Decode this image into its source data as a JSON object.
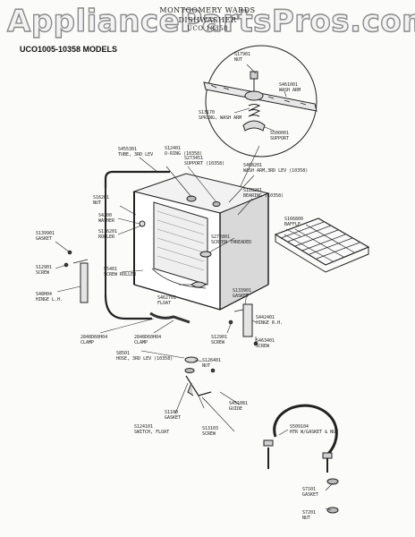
{
  "watermark": "AppliancePartsPros.com",
  "header": {
    "line1": "MONTGOMERY WARDS",
    "line2": "DISHWASHER",
    "line3": "UCO 10358"
  },
  "models_title": "UCO1005-10358 MODELS",
  "parts": [
    {
      "id": "s17901",
      "number": "S17901",
      "name": "NUT"
    },
    {
      "id": "s461001",
      "number": "S461001",
      "name": "WASH ARM"
    },
    {
      "id": "s13170",
      "number": "S13170",
      "name": "SPRING, WASH ARM"
    },
    {
      "id": "s500001",
      "number": "S500001",
      "name": "SUPPORT"
    },
    {
      "id": "s455301",
      "number": "S455301",
      "name": "TUBE, 3RD LEV"
    },
    {
      "id": "s12401",
      "number": "S12401",
      "name": "O-RING (10358)"
    },
    {
      "id": "s273451",
      "number": "S273451",
      "name": "SUPPORT (10358)"
    },
    {
      "id": "s468201",
      "number": "S468201",
      "name": "WASH ARM,3RD LEV (10358)"
    },
    {
      "id": "s128201",
      "number": "S128201",
      "name": "BEARING (10358)"
    },
    {
      "id": "s16201",
      "number": "S16201",
      "name": "NUT"
    },
    {
      "id": "s4200",
      "number": "S4200",
      "name": "WASHER"
    },
    {
      "id": "s116201",
      "number": "S116201",
      "name": "ROLLER"
    },
    {
      "id": "s272801",
      "number": "S272801",
      "name": "SCREEN THREADED"
    },
    {
      "id": "s166800",
      "number": "S166800",
      "name": "BAFFLE"
    },
    {
      "id": "s139901",
      "number": "S139901",
      "name": "GASKET"
    },
    {
      "id": "s12901",
      "number": "S12901",
      "name": "SCREW"
    },
    {
      "id": "s48h04",
      "number": "S48H04",
      "name": "HINGE L.H."
    },
    {
      "id": "s5401",
      "number": "S5401",
      "name": "SCREW ROLLER"
    },
    {
      "id": "s462701",
      "number": "S462701",
      "name": "FLOAT"
    },
    {
      "id": "s133901",
      "number": "S133901",
      "name": "GASKET"
    },
    {
      "id": "s442401",
      "number": "S442401",
      "name": "HINGE R.H."
    },
    {
      "id": "s12901b",
      "number": "S12901",
      "name": "SCREW"
    },
    {
      "id": "s463401",
      "number": "S463401",
      "name": "SCREW"
    },
    {
      "id": "c2848",
      "number": "2848D60H04",
      "name": "CLAMP"
    },
    {
      "id": "c2848b",
      "number": "2848D60H04",
      "name": "CLAMP"
    },
    {
      "id": "s8501",
      "number": "S8501",
      "name": "HOSE, 3RD LEV (10358)"
    },
    {
      "id": "s126401",
      "number": "S126401",
      "name": "NUT"
    },
    {
      "id": "s1100",
      "number": "S1100",
      "name": "GASKET"
    },
    {
      "id": "s451081",
      "number": "S451081",
      "name": "GUIDE"
    },
    {
      "id": "s124101",
      "number": "S124101",
      "name": "SWITCH, FLOAT"
    },
    {
      "id": "s13103",
      "number": "S13103",
      "name": "SCREW"
    },
    {
      "id": "s509104",
      "number": "S509104",
      "name": "HTR W/GASKET & NUT"
    },
    {
      "id": "s7101",
      "number": "S7101",
      "name": "GASKET"
    },
    {
      "id": "s7201",
      "number": "S7201",
      "name": "NUT"
    }
  ]
}
